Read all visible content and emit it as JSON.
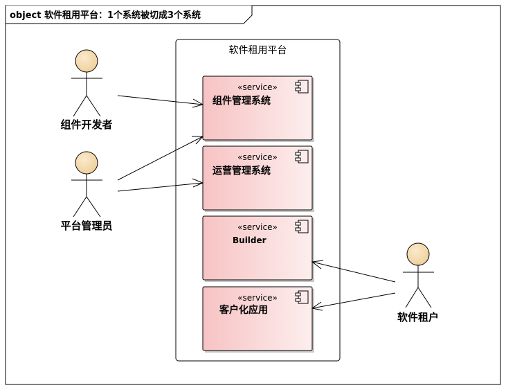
{
  "frame": {
    "keyword": "object",
    "title": "软件租用平台：1个系统被切成3个系统"
  },
  "boundary": {
    "title": "软件租用平台"
  },
  "components": [
    {
      "stereotype": "«service»",
      "name": "组件管理系统"
    },
    {
      "stereotype": "«service»",
      "name": "运营管理系统"
    },
    {
      "stereotype": "«service»",
      "name": "Builder"
    },
    {
      "stereotype": "«service»",
      "name": "客户化应用"
    }
  ],
  "actors": [
    {
      "name": "组件开发者"
    },
    {
      "name": "平台管理员"
    },
    {
      "name": "软件租户"
    }
  ],
  "colors": {
    "component_fill_start": "#f7c3c3",
    "component_fill_end": "#fdeeee",
    "actor_head": "#f3d8a8",
    "line": "#000000"
  }
}
